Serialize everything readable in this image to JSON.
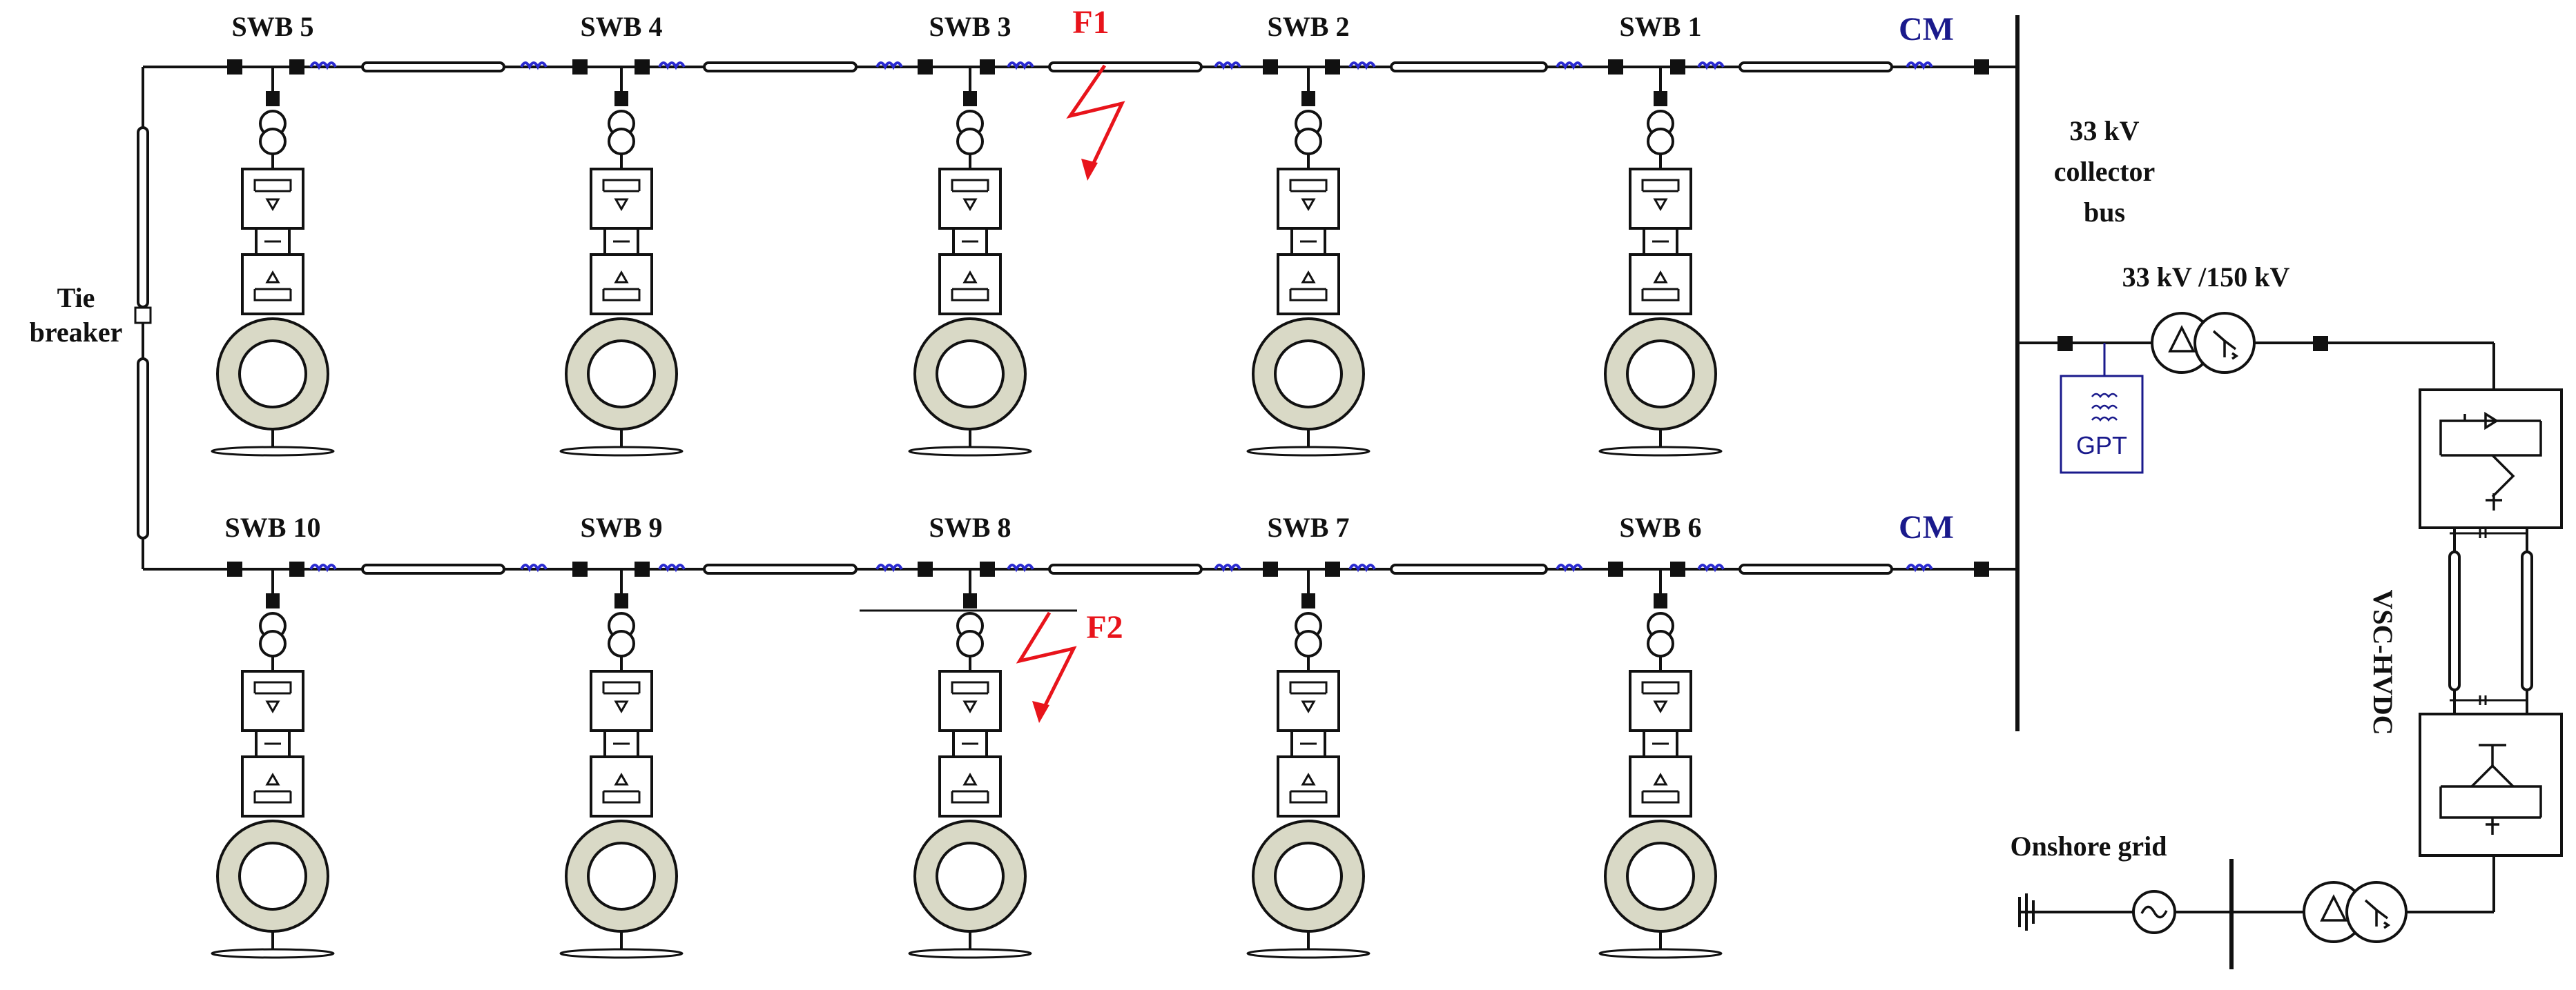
{
  "labels": {
    "swb_top": [
      "SWB 5",
      "SWB 4",
      "SWB 3",
      "SWB 2",
      "SWB 1"
    ],
    "swb_bottom": [
      "SWB 10",
      "SWB 9",
      "SWB 8",
      "SWB 7",
      "SWB 6"
    ],
    "fault_f1": "F1",
    "fault_f2": "F2",
    "cm_top": "CM",
    "cm_bottom": "CM",
    "tie": "Tie",
    "breaker": "breaker",
    "collector_line1": "33 kV",
    "collector_line2": "collector",
    "collector_line3": "bus",
    "transformer_rating": "33 kV /150 kV",
    "gpt": "GPT",
    "hvdc": "VSC-HVDC",
    "onshore_grid": "Onshore grid"
  },
  "colors": {
    "fault": "#e8141b",
    "cm": "#1a1a8c",
    "reactor_coil": "#2a2ad0",
    "gpt": "#1a1a8c",
    "generator_ring": "#d9d9c6"
  }
}
